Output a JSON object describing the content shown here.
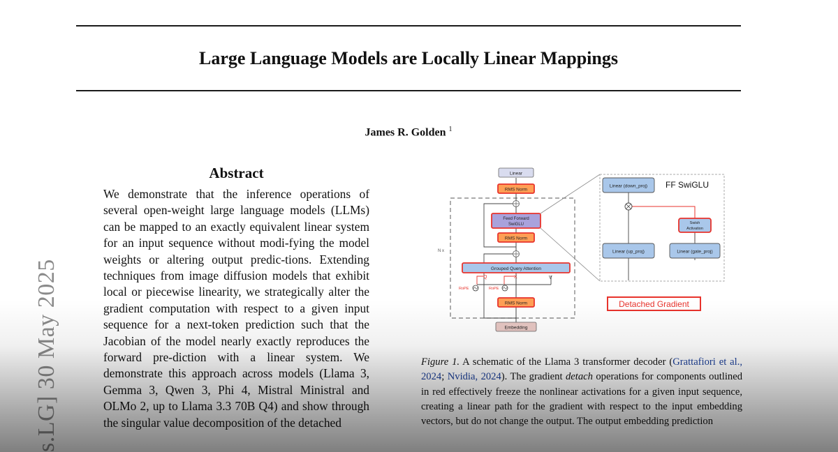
{
  "paper": {
    "title": "Large Language Models are Locally Linear Mappings",
    "author": "James R. Golden",
    "author_affil_mark": "1",
    "arxiv_stamp": "s.LG]  30 May 2025"
  },
  "abstract": {
    "heading": "Abstract",
    "text": "We demonstrate that the inference operations of several open-weight large language models (LLMs) can be mapped to an exactly equivalent linear system for an input sequence without modi-fying the model weights or altering output predic-tions. Extending techniques from image diffusion models that exhibit local or piecewise linearity, we strategically alter the gradient computation with respect to a given input sequence for a next-token prediction such that the Jacobian of the model nearly exactly reproduces the forward pre-diction with a linear system.  We demonstrate this approach across models (Llama 3, Gemma 3, Qwen 3, Phi 4, Mistral Ministral and OLMo 2, up to Llama 3.3 70B Q4) and show through the singular value decomposition of the detached"
  },
  "figure": {
    "left": {
      "linear": "Linear",
      "rms_norm_top": "RMS Norm",
      "ff_line1": "Feed Forward",
      "ff_line2": "SwiGLU",
      "rms_norm_mid": "RMS Norm",
      "n_label": "N x",
      "gqa": "Grouped Query Attention",
      "q": "Q",
      "k": "K",
      "v": "V",
      "rope1": "RoPE",
      "rope2": "RoPE",
      "rms_norm_bottom": "RMS Norm",
      "embedding": "Embedding"
    },
    "right": {
      "title": "FF SwiGLU",
      "down_proj": "Linear (down_proj)",
      "up_proj": "Linear (up_proj)",
      "gate_proj": "Linear (gate_proj)",
      "swish_line1": "Swish",
      "swish_line2": "Activation"
    },
    "legend": "Detached Gradient",
    "colors": {
      "red": "#e8332c",
      "orange": "#ff9f55",
      "blue": "#a9c7ea",
      "purple": "#a9a2dc"
    }
  },
  "caption": {
    "label": "Figure 1.",
    "part1": " A schematic of the Llama 3 transformer decoder (",
    "cite1": "Grattafiori et al., 2024",
    "sep": "; ",
    "cite2": "Nvidia, 2024",
    "part2": ").  The gradient ",
    "math": "detach",
    "part3": " operations for components outlined in red effectively freeze the nonlinear activations for a given input sequence, creating a linear path for the gradient with respect to the input embedding vectors, but do not change the output.  The output embedding prediction"
  }
}
